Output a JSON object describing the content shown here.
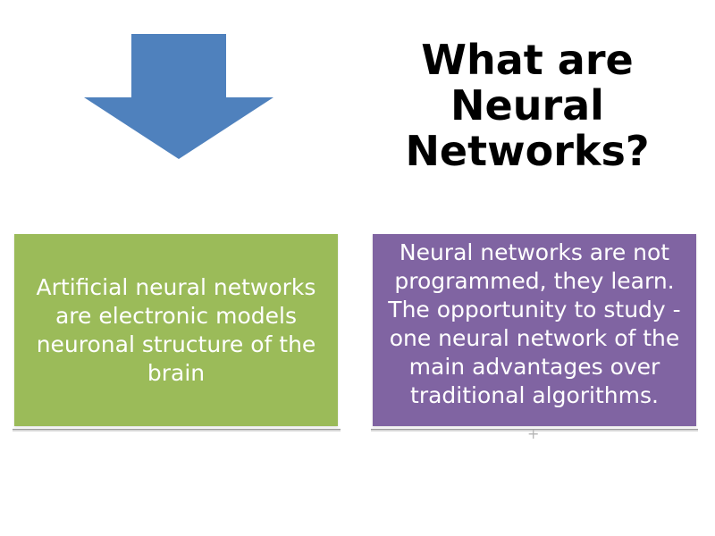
{
  "title": "What are Neural Networks?",
  "left_box": {
    "text": "Artificial neural networks are electronic models neuronal structure of the brain",
    "color": "#9bbb59"
  },
  "right_box": {
    "text": "Neural networks are not programmed, they learn. The opportunity to study - one neural network of the main advantages over traditional algorithms.",
    "color": "#8064a2"
  },
  "arrow": {
    "icon": "down-arrow-icon",
    "color": "#4f81bd"
  }
}
